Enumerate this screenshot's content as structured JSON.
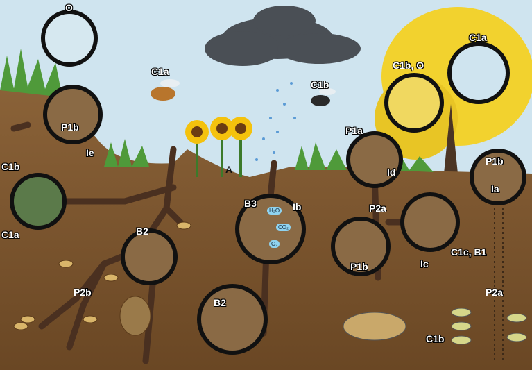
{
  "labels": {
    "o_flower": "O",
    "c1a_flying": "C1a",
    "c1b_flying": "C1b",
    "c1b_o_tree": "C1b, O",
    "c1a_leaf": "C1a",
    "p1b_left": "P1b",
    "ie": "Ie",
    "c1b_left": "C1b",
    "c1a_left": "C1a",
    "a_sunflowers": "A",
    "b3": "B3",
    "ib": "Ib",
    "p1a": "P1a",
    "id": "Id",
    "p1b_right": "P1b",
    "ia": "Ia",
    "p2a_mid": "P2a",
    "b2_upper": "B2",
    "p2b": "P2b",
    "b2_lower": "B2",
    "p1b_mid": "P1b",
    "c1c_b1": "C1c, B1",
    "ic": "Ic",
    "p2a_right": "P2a",
    "c1b_cells": "C1b"
  },
  "chemicals": {
    "water": "H₂O",
    "co2": "CO₂",
    "o2": "O₂"
  },
  "colors": {
    "sky": "#cfe4ef",
    "soil": "#7a5530",
    "soil_dark": "#5c3d20",
    "tunnel": "#4a3020",
    "tree": "#f2d22e",
    "ring": "#111111"
  }
}
